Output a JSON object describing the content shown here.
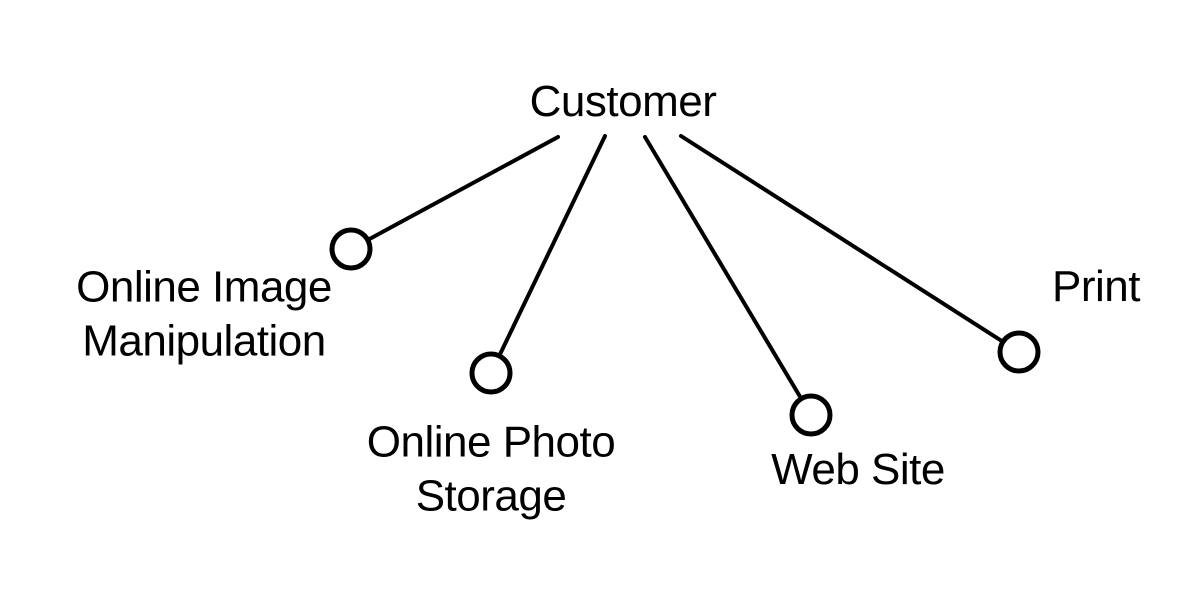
{
  "diagram": {
    "root": {
      "id": "customer",
      "label": "Customer"
    },
    "nodes": [
      {
        "id": "online-image-manipulation",
        "label": "Online Image\nManipulation"
      },
      {
        "id": "online-photo-storage",
        "label": "Online Photo\nStorage"
      },
      {
        "id": "web-site",
        "label": "Web Site"
      },
      {
        "id": "print",
        "label": "Print"
      }
    ],
    "edges": [
      {
        "from": "customer",
        "to": "online-image-manipulation"
      },
      {
        "from": "customer",
        "to": "online-photo-storage"
      },
      {
        "from": "customer",
        "to": "web-site"
      },
      {
        "from": "customer",
        "to": "print"
      }
    ],
    "colors": {
      "stroke": "#000000",
      "text": "#000000",
      "node_fill": "#ffffff",
      "background": "#ffffff"
    }
  }
}
